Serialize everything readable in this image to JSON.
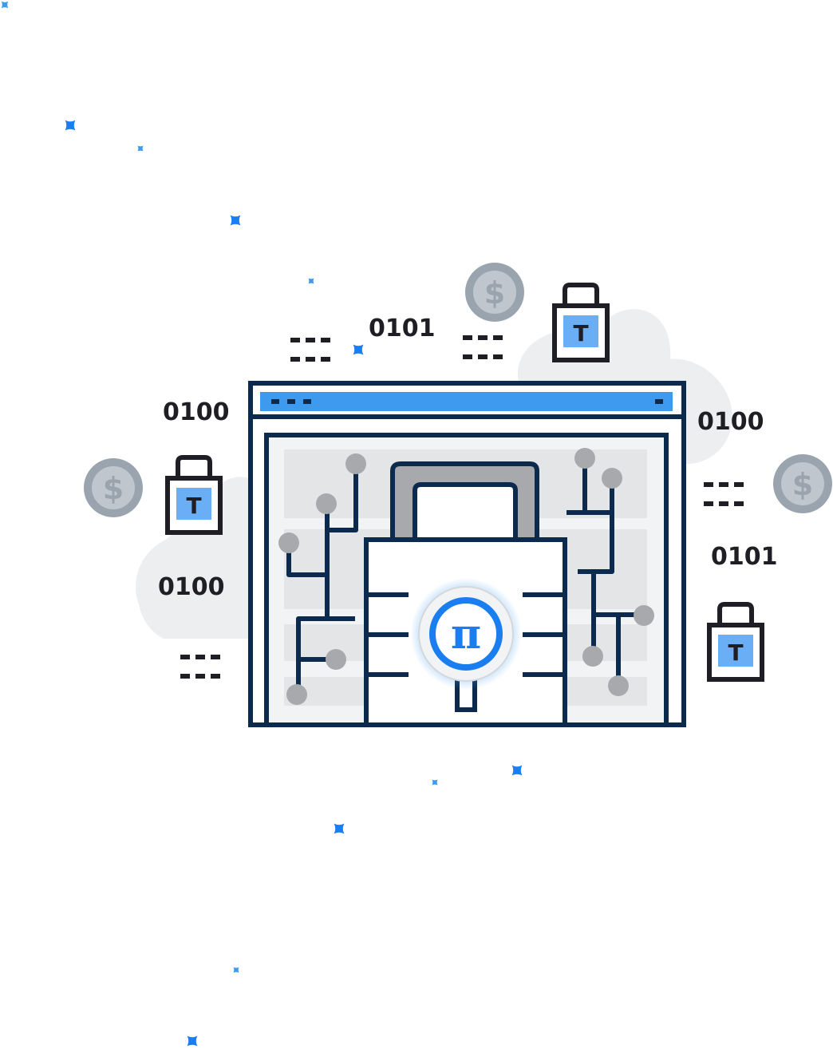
{
  "colors": {
    "navy": "#0b2a4e",
    "blue": "#3d9aee",
    "bright_blue": "#1a7df0",
    "light_blue": "#6aaef5",
    "gray": "#a7a9ac",
    "coin_gray": "#9aa4ae",
    "coin_inner": "#bfc6cd",
    "cloud": "#eceeef",
    "panel": "#f2f3f4",
    "bar": "#e3e5e7",
    "dark": "#1e1e24"
  },
  "binary_labels": {
    "top_center": "0101",
    "left_upper": "0100",
    "left_lower": "0100",
    "right_upper": "0100",
    "right_lower": "0101"
  },
  "coin_symbol": "$",
  "lock_letter": "T",
  "logo_symbol": "π",
  "icons": {
    "browser": "browser-window-icon",
    "padlock": "padlock-icon",
    "coin": "dollar-coin-icon",
    "small_lock": "token-lock-icon",
    "sparkle": "sparkle-star-icon"
  }
}
